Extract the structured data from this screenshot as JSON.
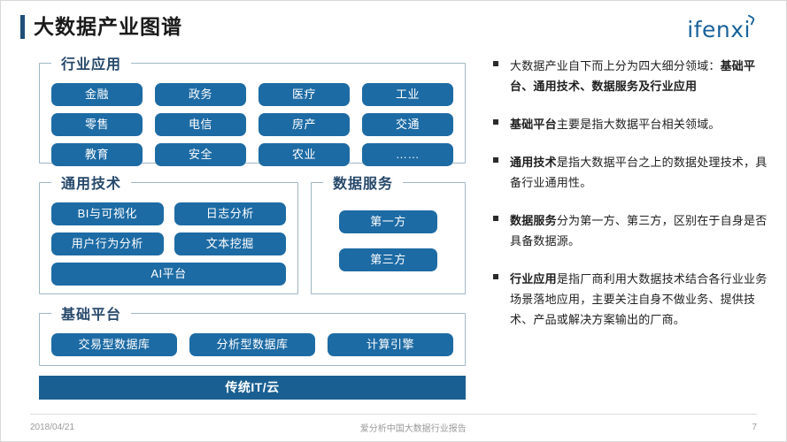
{
  "header": {
    "title": "大数据产业图谱",
    "logo": "ifenxi"
  },
  "diagram": {
    "industry": {
      "legend": "行业应用",
      "items": [
        "金融",
        "政务",
        "医疗",
        "工业",
        "零售",
        "电信",
        "房产",
        "交通",
        "教育",
        "安全",
        "农业",
        "……"
      ]
    },
    "technology": {
      "legend": "通用技术",
      "items": [
        "BI与可视化",
        "日志分析",
        "用户行为分析",
        "文本挖掘"
      ],
      "full_item": "AI平台"
    },
    "data_service": {
      "legend": "数据服务",
      "items": [
        "第一方",
        "第三方"
      ]
    },
    "platform": {
      "legend": "基础平台",
      "items": [
        "交易型数据库",
        "分析型数据库",
        "计算引擎"
      ]
    },
    "legacy_bar": "传统IT/云"
  },
  "notes": [
    {
      "prefix": "大数据产业自下而上分为四大细分领域：",
      "bold": "基础平台、通用技术、数据服务及行业应用",
      "suffix": ""
    },
    {
      "prefix": "",
      "bold": "基础平台",
      "suffix": "主要是指大数据平台相关领域。"
    },
    {
      "prefix": "",
      "bold": "通用技术",
      "suffix": "是指大数据平台之上的数据处理技术，具备行业通用性。"
    },
    {
      "prefix": "",
      "bold": "数据服务",
      "suffix": "分为第一方、第三方，区别在于自身是否具备数据源。"
    },
    {
      "prefix": "",
      "bold": "行业应用",
      "suffix": "是指厂商利用大数据技术结合各行业业务场景落地应用，主要关注自身不做业务、提供技术、产品或解决方案输出的厂商。"
    }
  ],
  "footer": {
    "date": "2018/04/21",
    "center": "爱分析中国大数据行业报告",
    "page": "7"
  },
  "colors": {
    "chip": "#1d6ba4",
    "legacy_bar": "#1a5f92",
    "title_accent": "#1f4e79",
    "logo": "#19629b",
    "group_border": "#9fb7c4",
    "legend_text": "#27496b"
  }
}
